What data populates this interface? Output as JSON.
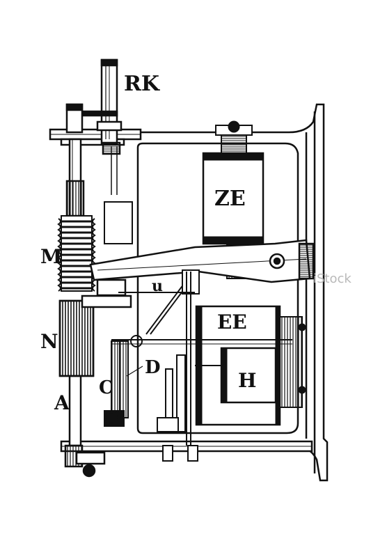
{
  "labels": {
    "rk": "RK",
    "ze": "ZE",
    "m": "M",
    "u": "u",
    "ee": "EE",
    "n": "N",
    "d": "D",
    "h": "H",
    "c": "C",
    "a": "A"
  },
  "watermark": "iStock",
  "colors": {
    "ink": "#111111",
    "paper": "#ffffff",
    "watermark": "#b9b9b9"
  }
}
